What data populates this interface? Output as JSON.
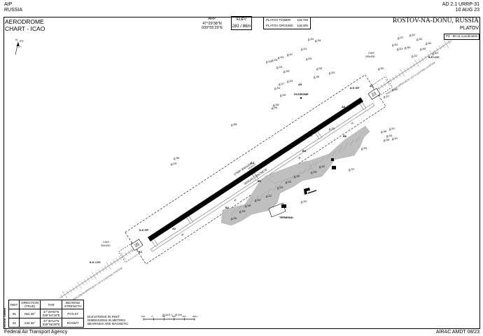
{
  "header": {
    "left_line1": "AIP",
    "left_line2": "RUSSIA",
    "right_line1": "AD 2.1 URRP-31",
    "right_line2": "10 AUG 23",
    "title_line1": "AERODROME",
    "title_line2": "CHART - ICAO",
    "arp_label": "ARP",
    "arp_lat": "47°29'38\"N",
    "arp_lon": "039°55'29\"E",
    "elev_label": "ELEV",
    "elev_value": "281 / 86m",
    "freq": [
      {
        "name": "PLATOV TOWER",
        "value": "119.700"
      },
      {
        "name": "PLATOV GROUND",
        "value": "119.000"
      }
    ],
    "location": "ROSTOV-NA-DONU, RUSSIA",
    "airport": "PLATOV"
  },
  "labels": {
    "coord_note": "PZ - 90.11 coordinates",
    "rwy_main": "STRIP 3960x300",
    "rwy_sub": "3600x45 CONCRETE",
    "rwy_pcn": "PCN 57",
    "dvorome": "DVOROME",
    "terminal": "TERMINAL",
    "ils_gp_ne": "ILS GP",
    "ils_gp_sw": "ILS GP",
    "ils_loc_ne": "ILS LOC",
    "ils_loc_sw": "ILS LOC",
    "cwy_ne": "CWY",
    "cwy_ne_dim": "300x150",
    "cwy_sw": "CWY",
    "cwy_sw_dim": "300x150",
    "rwy05": "05",
    "rwy23": "23",
    "approach_ne": "PRECISION APPROACH CAT II LIGHTING SYSTEM",
    "approach_sw": "PRECISION APPROACH CAT II LIGHTING SYSTEM",
    "twy_a1": "A1",
    "twy_a2": "A2",
    "twy_a3": "A3",
    "twy_a4": "A4",
    "twy_a5": "A5",
    "twy_a6": "A6",
    "twy_a7": "A7",
    "twy_b1": "B1",
    "twy_b2": "B2",
    "twy_b4": "B4",
    "twy_b6": "B6",
    "twy_w1": "W",
    "twy_w2": "W",
    "twy_w3": "W",
    "twy_w4": "W",
    "north": "N",
    "north_deg": "6°E"
  },
  "obstacles": [
    "304",
    "321",
    "347",
    "334",
    "341",
    "335",
    "322",
    "325",
    "328",
    "318",
    "327",
    "314",
    "329",
    "338",
    "316",
    "354",
    "355",
    "319",
    "361",
    "388",
    "372",
    "313",
    "361",
    "362",
    "315",
    "314",
    "340",
    "348",
    "323",
    "322",
    "352",
    "337",
    "343",
    "347",
    "346",
    "341",
    "347",
    "344",
    "329",
    "336",
    "337",
    "342",
    "335",
    "330",
    "331",
    "325",
    "322",
    "318",
    "348",
    "309",
    "334",
    "351",
    "329",
    "366",
    "302"
  ],
  "rwy_table": {
    "headers": [
      "RWY",
      "DIRECTION (TRUE)",
      "THR",
      "BEARING STRENGTH"
    ],
    "rows": [
      {
        "rwy": "05",
        "dir": "054.35°",
        "thr_lat": "47°29'04\"N",
        "thr_lon": "039°54'19\"E",
        "strength": "PCN 57"
      },
      {
        "rwy": "23",
        "dir": "234.36°",
        "thr_lat": "47°30'12\"N",
        "thr_lon": "039°56'39\"E",
        "strength": "R/A/W/T"
      }
    ]
  },
  "changes_label": "CHANGE: Number",
  "notes": {
    "line1": "ELEVATIONS IN FEET",
    "line2": "DIMENSIONS IN METRES",
    "line3": "BEARINGS ARE MAGNETIC"
  },
  "scale": {
    "label": "SCALE 1 : 15 000",
    "ticks": [
      "100",
      "0",
      "100",
      "200",
      "300",
      "400m"
    ]
  },
  "footer": {
    "left": "Federal Air Transport Agency",
    "right": "AIRAC AMDT 08/23"
  }
}
